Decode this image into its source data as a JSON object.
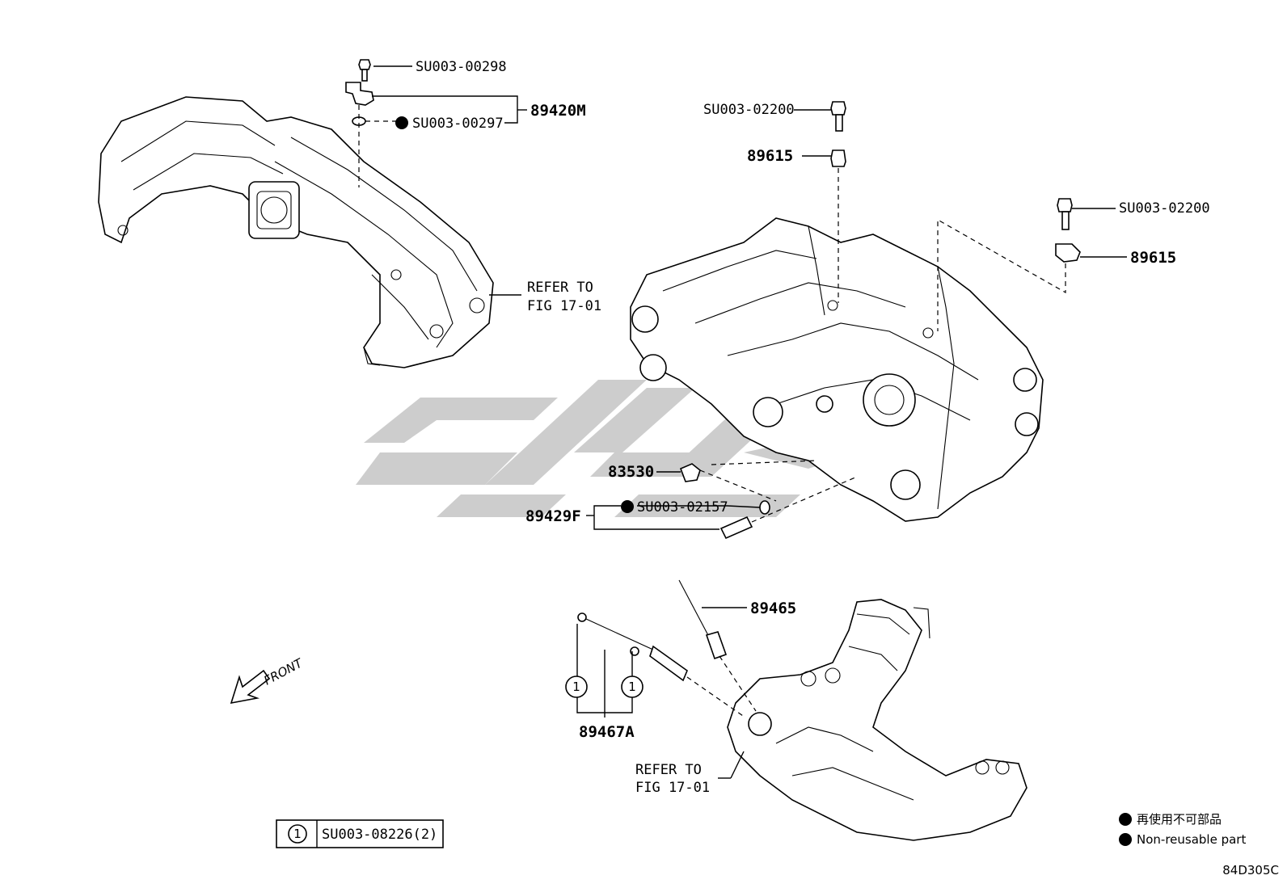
{
  "labels": {
    "bolt_intake": "SU003-00298",
    "sensor_intake": "89420M",
    "oring_intake": "SU003-00297",
    "refer_upper_1": "REFER TO",
    "refer_upper_2": "FIG 17-01",
    "bolt_center": "SU003-02200",
    "knock_center": "89615",
    "bolt_right": "SU003-02200",
    "knock_right": "89615",
    "oil_switch": "83530",
    "temp_sensor": "89429F",
    "oring_temp": "SU003-02157",
    "o2_front": "89465",
    "o2_rear": "89467A",
    "circle_num": "1",
    "front": "FRONT",
    "refer_lower_1": "REFER TO",
    "refer_lower_2": "FIG 17-01",
    "legend_box": "SU003-08226(2)",
    "nonreuse_jp": "再使用不可部品",
    "nonreuse_en": "Non-reusable part",
    "figure_code": "84D305C"
  },
  "colors": {
    "line": "#000000",
    "watermark": "#c8c8c8",
    "background": "#ffffff"
  }
}
